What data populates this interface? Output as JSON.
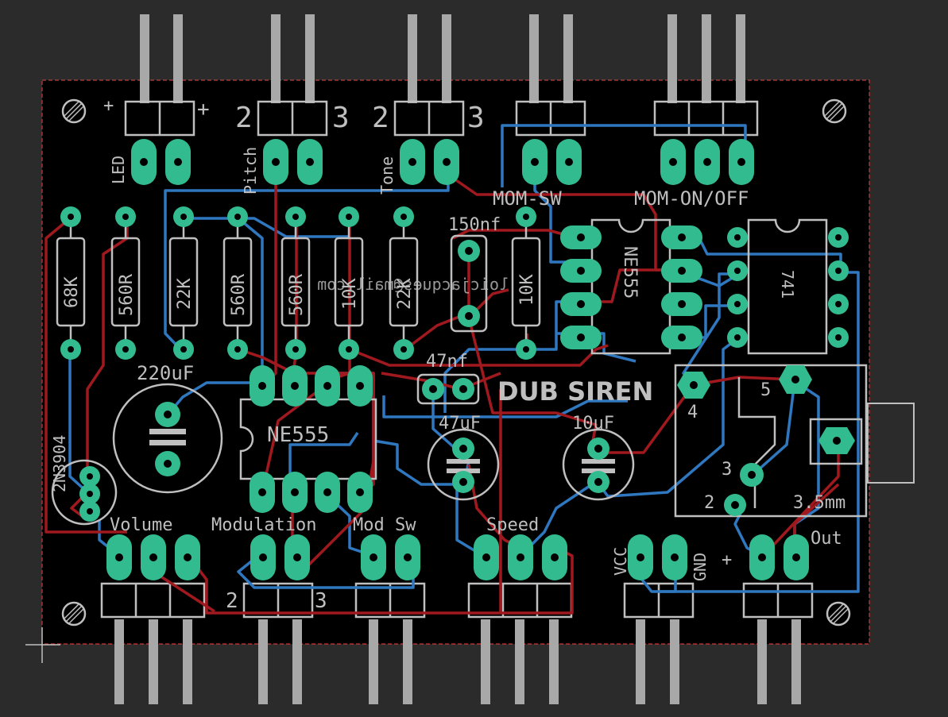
{
  "labels": {
    "led": "LED",
    "pitch": "Pitch",
    "tone": "Tone",
    "mom_sw": "MOM-SW",
    "mom_on_off": "MOM-ON/OFF",
    "cap_150nf": "150nf",
    "cap_47nf": "47nf",
    "cap_220uf": "220uF",
    "cap_47uf": "47uF",
    "cap_10uf": "10uF",
    "ic_ne555_a": "NE555",
    "ic_ne555_b": "NE555",
    "ic_741": "741",
    "title": "DUB SIREN",
    "transistor": "2N3904",
    "volume": "Volume",
    "modulation": "Modulation",
    "mod_sw": "Mod Sw",
    "speed": "Speed",
    "vcc": "VCC",
    "gnd": "GND",
    "out": "Out",
    "jack": "3.5mm",
    "mirror_text": "loicjacques@mail.com",
    "jack_pin_2": "2",
    "jack_pin_3": "3",
    "jack_pin_4": "4",
    "jack_pin_5": "5",
    "pin_2": "2",
    "pin_3": "3",
    "plus": "+"
  },
  "resistors": [
    "68K",
    "560R",
    "22K",
    "560R",
    "560R",
    "10K",
    "22K",
    "10K"
  ],
  "colors": {
    "background": "#2b2b2b",
    "board": "#000000",
    "outline": "#c73c3c",
    "top_trace": "#a0191e",
    "bottom_trace": "#2f78c0",
    "pad": "#33bb90",
    "silk": "#bfbfbf",
    "pin": "#a8a8a8"
  }
}
